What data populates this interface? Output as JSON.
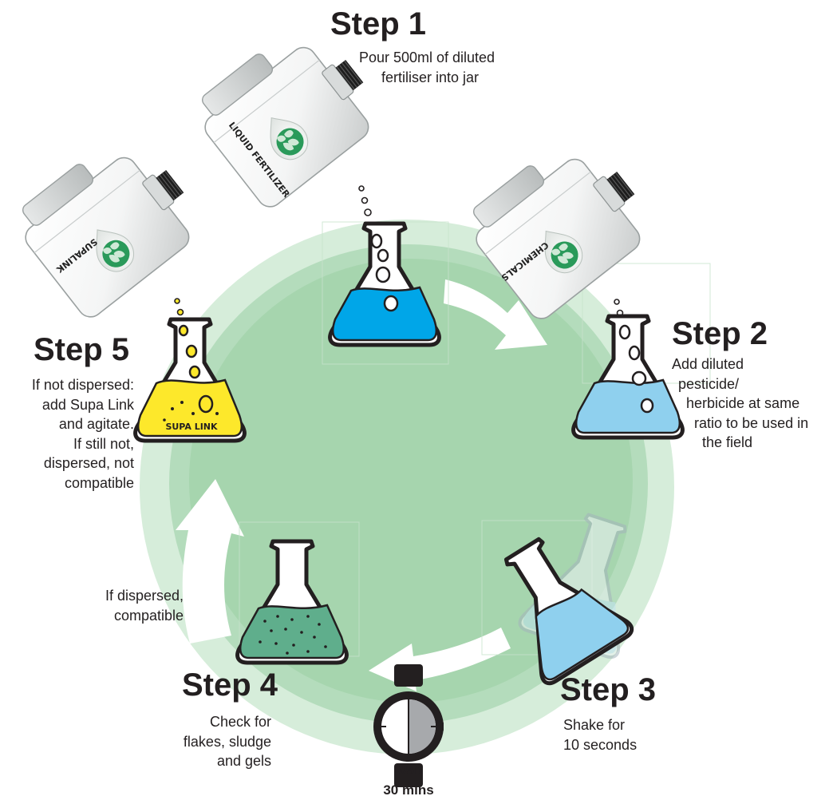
{
  "diagram": {
    "steps": [
      {
        "id": 1,
        "title": "Step 1",
        "lines": [
          "Pour 500ml of diluted",
          "fertiliser into jar"
        ]
      },
      {
        "id": 2,
        "title": "Step 2",
        "lines": [
          "Add diluted",
          "pesticide/",
          "herbicide at same",
          "ratio to be used in",
          "the field"
        ]
      },
      {
        "id": 3,
        "title": "Step 3",
        "lines": [
          "Shake for",
          "10 seconds"
        ]
      },
      {
        "id": 4,
        "title": "Step 4",
        "lines": [
          "Check for",
          "flakes, sludge",
          "and gels"
        ]
      },
      {
        "id": 5,
        "title": "Step 5",
        "lines": [
          "If not dispersed:",
          "add Supa Link",
          "and agitate.",
          "If still not,",
          "dispersed, not",
          "compatible"
        ]
      }
    ],
    "wait": {
      "lines": [
        "Wait",
        "30 mins"
      ]
    },
    "dispersed_note": {
      "lines": [
        "If dispersed,",
        "compatible"
      ]
    },
    "containers": {
      "fertiliser": "LIQUID FERTILIZER",
      "chemicals": "CHEMICALS",
      "supalink": "SUPALINK"
    },
    "flask_label": "SUPA LINK",
    "colors": {
      "cycle_green": "#a9d7b2",
      "cycle_ring": "#d3ebd8",
      "arrow": "#ffffff",
      "liquid_blue": "#00a6e8",
      "liquid_light_blue": "#8fd0ee",
      "liquid_yellow": "#fde82b",
      "liquid_green": "#5fae8c",
      "logo_green": "#2a9a5a",
      "text": "#231f20"
    }
  }
}
